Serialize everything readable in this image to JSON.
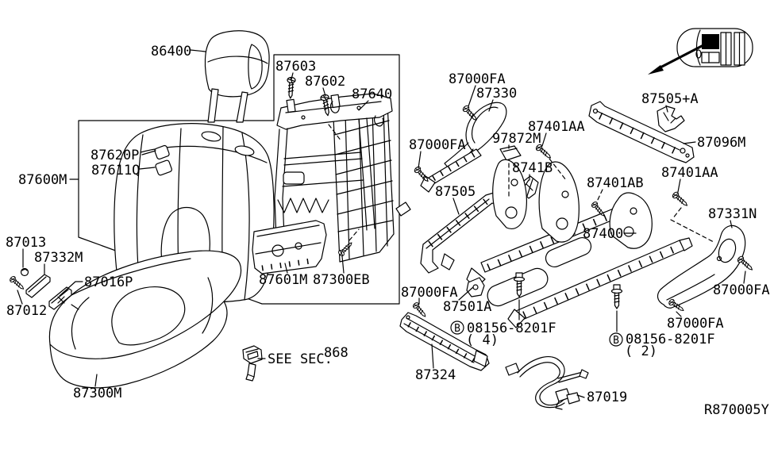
{
  "diagram": {
    "type": "parts-diagram",
    "figure_code": "R870005Y",
    "note": {
      "see_sec": "SEE SEC.",
      "section": "868"
    },
    "hardware_callout": {
      "symbol": "B",
      "part": "08156-8201F",
      "qty_front": "( 4)",
      "qty_rear": "( 2)"
    },
    "colors": {
      "ink": "#000000",
      "paper": "#ffffff"
    }
  },
  "labels": {
    "l86400": "86400",
    "l87603": "87603",
    "l87602": "87602",
    "l87640": "87640",
    "l87620P": "87620P",
    "l87611Q": "87611Q",
    "l87600M": "87600M",
    "l87000FA": "87000FA",
    "l87330": "87330",
    "l87401AA": "87401AA",
    "l97872M": "97872M",
    "l87505A": "87505+A",
    "l87096M": "87096M",
    "l8741B": "8741B",
    "l87401AB": "87401AB",
    "l87505": "87505",
    "l87331N": "87331N",
    "l87400": "87400",
    "l87013": "87013",
    "l87332M": "87332M",
    "l87016P": "87016P",
    "l87012": "87012",
    "l87601M": "87601M",
    "l87300EB": "87300EB",
    "l87501A": "87501A",
    "l87324": "87324",
    "l87019": "87019",
    "l87300M": "87300M"
  }
}
